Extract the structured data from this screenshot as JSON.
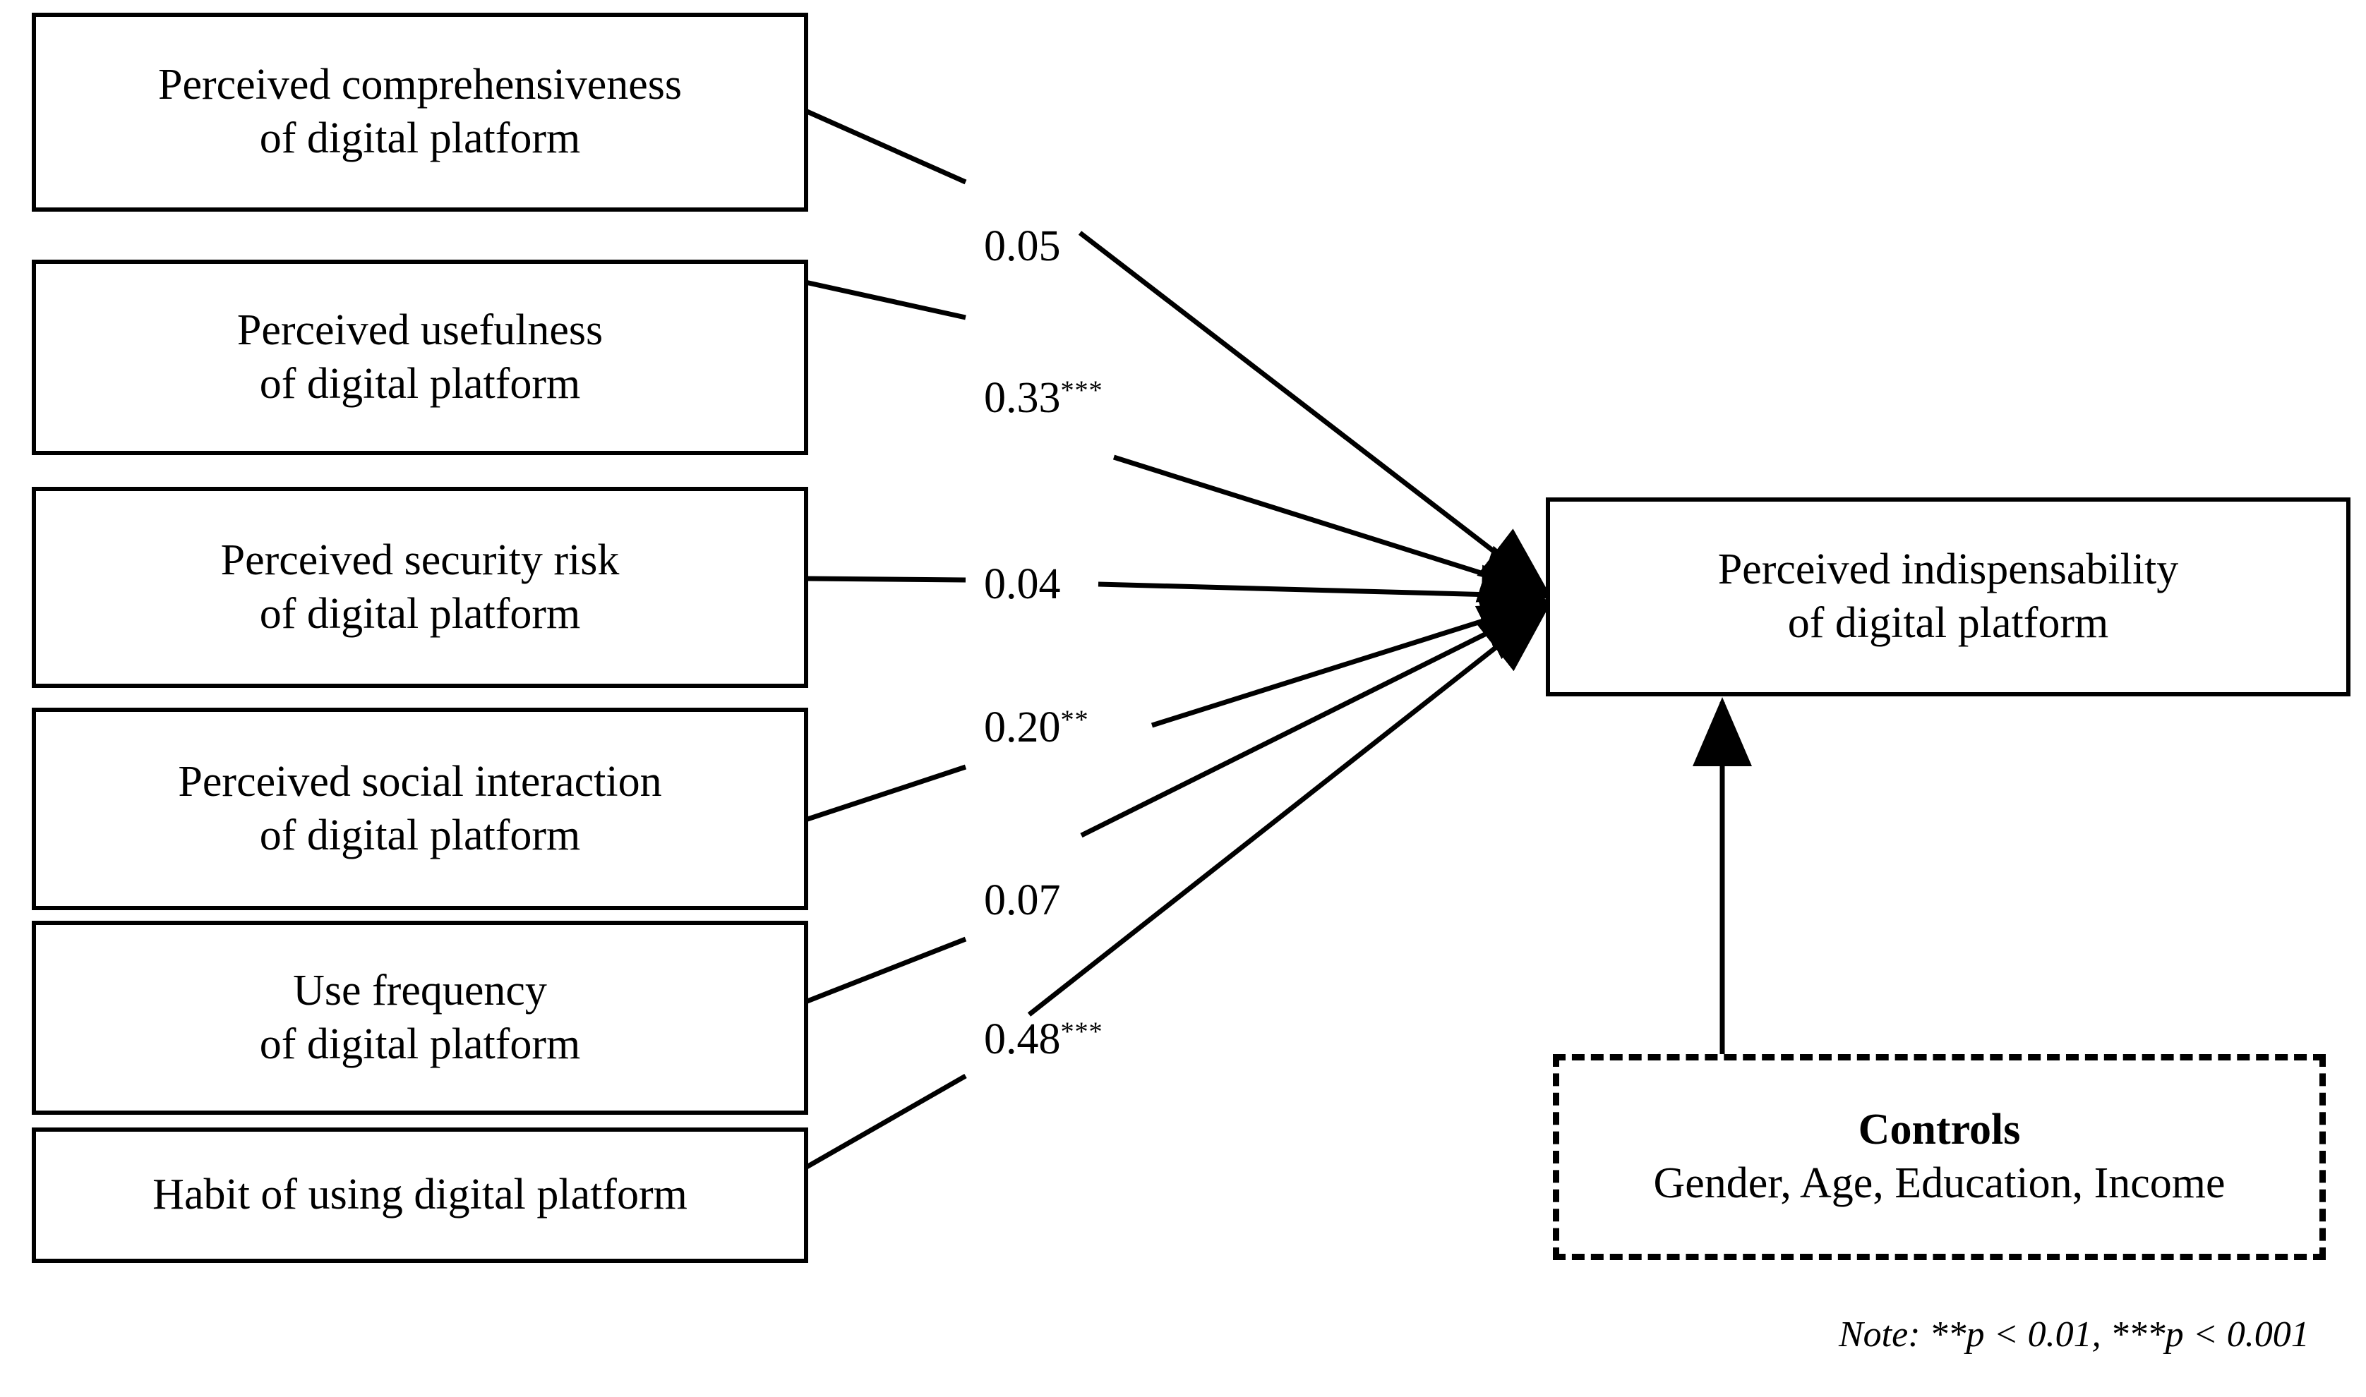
{
  "diagram": {
    "type": "path-model",
    "predictors": [
      {
        "id": "comprehensiveness",
        "line1": "Perceived comprehensiveness",
        "line2": "of digital platform"
      },
      {
        "id": "usefulness",
        "line1": "Perceived usefulness",
        "line2": "of digital platform"
      },
      {
        "id": "security-risk",
        "line1": "Perceived security risk",
        "line2": "of digital platform"
      },
      {
        "id": "social-interaction",
        "line1": "Perceived social interaction",
        "line2": "of digital platform"
      },
      {
        "id": "use-frequency",
        "line1": "Use frequency",
        "line2": "of digital platform"
      },
      {
        "id": "habit",
        "line1": "Habit of using digital platform",
        "line2": ""
      }
    ],
    "outcome": {
      "id": "indispensability",
      "line1": "Perceived indispensability",
      "line2": "of digital platform"
    },
    "controls": {
      "id": "controls",
      "title": "Controls",
      "items": "Gender, Age, Education, Income"
    },
    "paths": [
      {
        "from": "comprehensiveness",
        "to": "indispensability",
        "value": "0.05",
        "stars": "",
        "significant": false
      },
      {
        "from": "usefulness",
        "to": "indispensability",
        "value": "0.33",
        "stars": "***",
        "significant": true
      },
      {
        "from": "security-risk",
        "to": "indispensability",
        "value": "0.04",
        "stars": "",
        "significant": false
      },
      {
        "from": "social-interaction",
        "to": "indispensability",
        "value": "0.20",
        "stars": "**",
        "significant": true
      },
      {
        "from": "use-frequency",
        "to": "indispensability",
        "value": "0.07",
        "stars": "",
        "significant": false
      },
      {
        "from": "habit",
        "to": "indispensability",
        "value": "0.48",
        "stars": "***",
        "significant": true
      }
    ],
    "note": "Note: **p < 0.01, ***p < 0.001",
    "colors": {
      "stroke": "#000000",
      "background": "#ffffff",
      "text": "#000000"
    }
  }
}
